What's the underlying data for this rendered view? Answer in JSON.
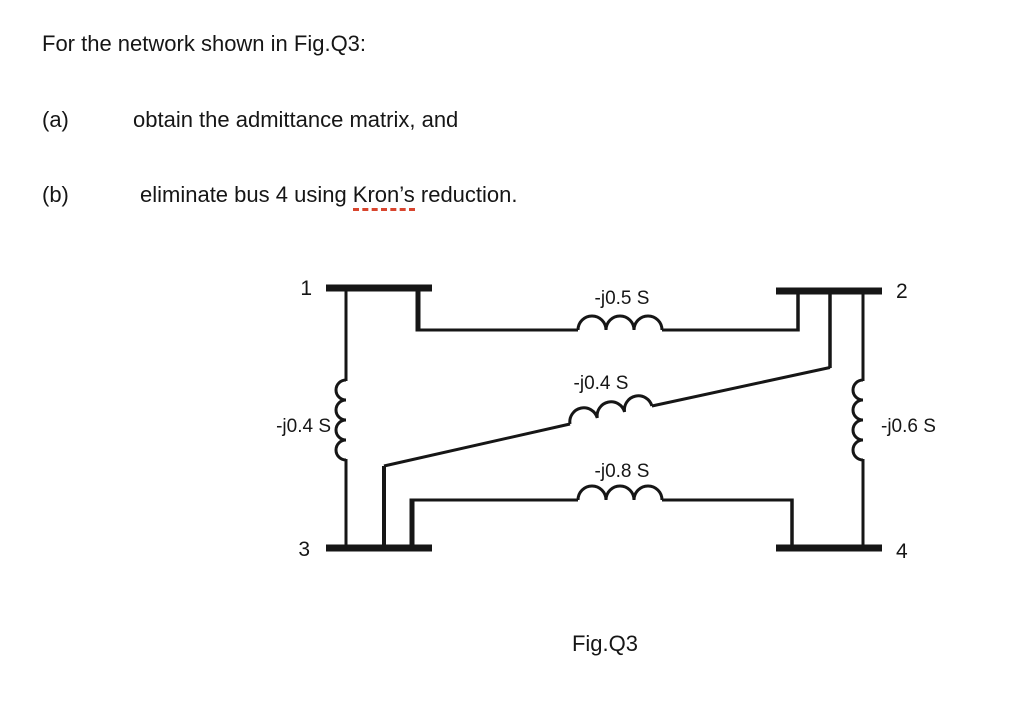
{
  "problem": {
    "intro": "For the network shown in Fig.Q3:",
    "parts": [
      {
        "label": "(a)",
        "text": "obtain the admittance matrix, and"
      },
      {
        "label": "(b)",
        "text_before": "eliminate bus 4 using ",
        "misspelled": "Kron’s",
        "text_after": " reduction."
      }
    ],
    "spellcheck_underline_color": "#d8452e"
  },
  "figure": {
    "caption": "Fig.Q3",
    "buses": {
      "b1": "1",
      "b2": "2",
      "b3": "3",
      "b4": "4"
    },
    "branches": {
      "top": "-j0.5 S",
      "diagonal": "-j0.4 S",
      "bottom": "-j0.8 S",
      "left": "-j0.4 S",
      "right": "-j0.6 S"
    },
    "line_color": "#161616",
    "element_type": "inductive admittance (reactance branch)"
  }
}
